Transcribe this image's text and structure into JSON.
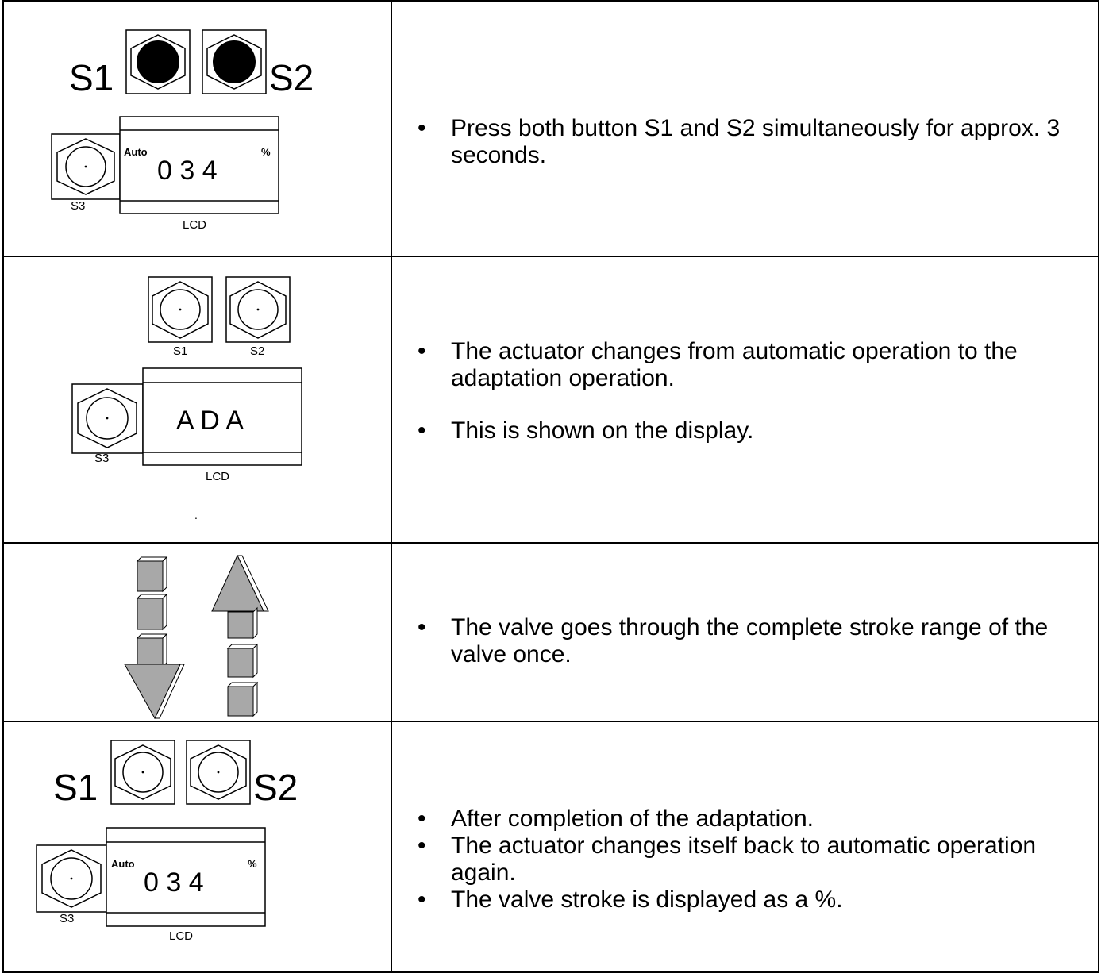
{
  "rows": [
    {
      "diagram": {
        "s1": "S1",
        "s2": "S2",
        "s3": "S3",
        "mode": "Auto",
        "display": "0 3 4",
        "unit": "%",
        "lcd": "LCD",
        "s1_state": "pressed",
        "s2_state": "pressed"
      },
      "bullets": [
        "Press both button S1 and S2 simultaneously for approx. 3 seconds."
      ]
    },
    {
      "diagram": {
        "s1": "S1",
        "s2": "S2",
        "s3": "S3",
        "display": "A D A",
        "lcd": "LCD",
        "dot": "."
      },
      "bullets": [
        "The actuator changes from automatic operation to the adaptation operation.",
        "This is shown on the display."
      ]
    },
    {
      "diagram": {
        "icons": [
          "down-arrow-icon",
          "up-arrow-icon"
        ]
      },
      "bullets": [
        "The valve goes through the complete stroke range of the valve once."
      ]
    },
    {
      "diagram": {
        "s1": "S1",
        "s2": "S2",
        "s3": "S3",
        "mode": "Auto",
        "display": "0 3 4",
        "unit": "%",
        "lcd": "LCD",
        "s1_state": "released",
        "s2_state": "released"
      },
      "bullets": [
        "After completion of the adaptation.",
        "The actuator changes itself back to automatic operation again.",
        "The valve stroke is displayed as a %."
      ]
    }
  ]
}
